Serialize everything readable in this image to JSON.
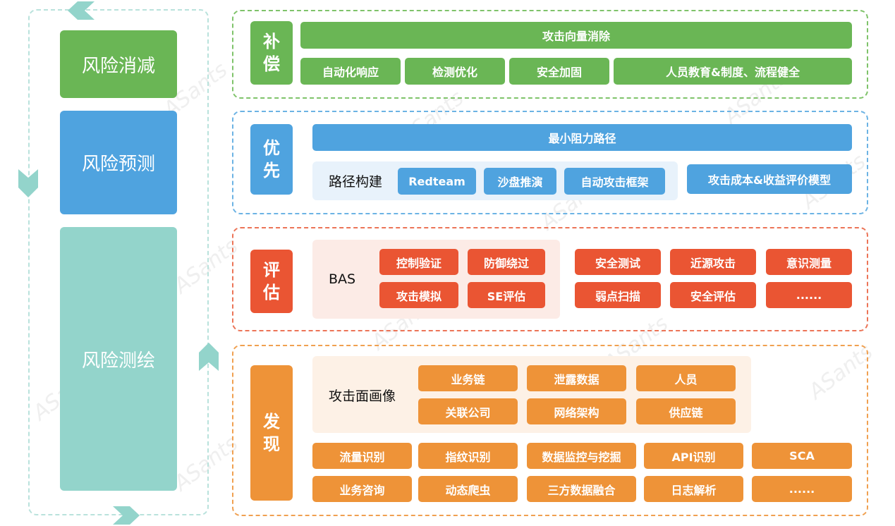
{
  "colors": {
    "green": "#6ab655",
    "blue": "#4fa3df",
    "teal": "#93d4cb",
    "red": "#ea5533",
    "orange": "#ee9338",
    "blue_panel": "#e8f2fb",
    "red_panel": "#fcebe6",
    "orange_panel": "#fdf1e6"
  },
  "left": {
    "blocks": [
      "风险消减",
      "风险预测",
      "风险测绘"
    ]
  },
  "compensate": {
    "label": [
      "补",
      "偿"
    ],
    "top": "攻击向量消除",
    "items": [
      "自动化响应",
      "检测优化",
      "安全加固",
      "人员教育&制度、流程健全"
    ]
  },
  "priority": {
    "label": [
      "优",
      "先"
    ],
    "top": "最小阻力路径",
    "path_title": "路径构建",
    "path_items": [
      "Redteam",
      "沙盘推演",
      "自动攻击框架"
    ],
    "model": "攻击成本&收益评价模型"
  },
  "assess": {
    "label": [
      "评",
      "估"
    ],
    "bas_title": "BAS",
    "bas_items": [
      "控制验证",
      "防御绕过",
      "攻击模拟",
      "SE评估"
    ],
    "items": [
      "安全测试",
      "近源攻击",
      "意识测量",
      "弱点扫描",
      "安全评估",
      "......"
    ]
  },
  "discover": {
    "label": [
      "发",
      "现"
    ],
    "portrait_title": "攻击面画像",
    "portrait_items": [
      "业务链",
      "泄露数据",
      "人员",
      "关联公司",
      "网络架构",
      "供应链"
    ],
    "items": [
      "流量识别",
      "指纹识别",
      "数据监控与挖掘",
      "API识别",
      "SCA",
      "业务咨询",
      "动态爬虫",
      "三方数据融合",
      "日志解析",
      "......"
    ]
  },
  "watermark": "ASants"
}
